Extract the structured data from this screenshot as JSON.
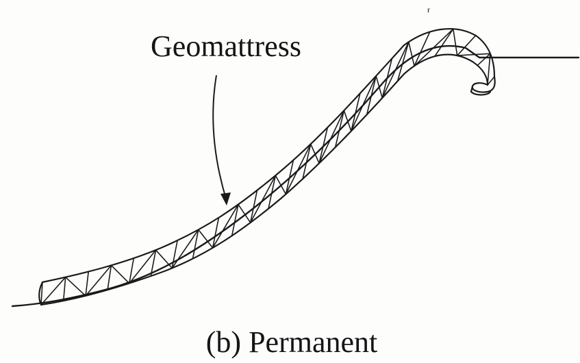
{
  "figure": {
    "pointer_label": "Geomattress",
    "caption": "(b) Permanent",
    "mark": "r"
  }
}
